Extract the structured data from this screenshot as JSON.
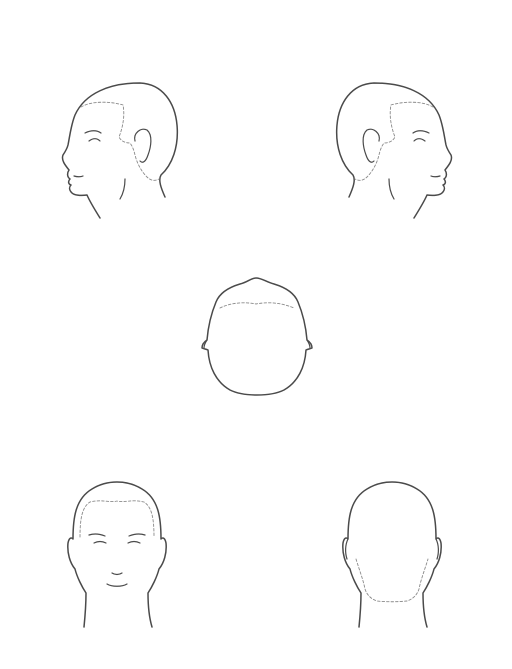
{
  "diagram": {
    "views": [
      {
        "id": "left-profile",
        "facing": "left"
      },
      {
        "id": "right-profile",
        "facing": "right"
      },
      {
        "id": "top",
        "facing": "up"
      },
      {
        "id": "front",
        "facing": "viewer"
      },
      {
        "id": "back",
        "facing": "away"
      }
    ],
    "colors": {
      "outline": "#4a4a4a",
      "hairline_guide": "#8a8a8a",
      "background": "#ffffff"
    }
  }
}
